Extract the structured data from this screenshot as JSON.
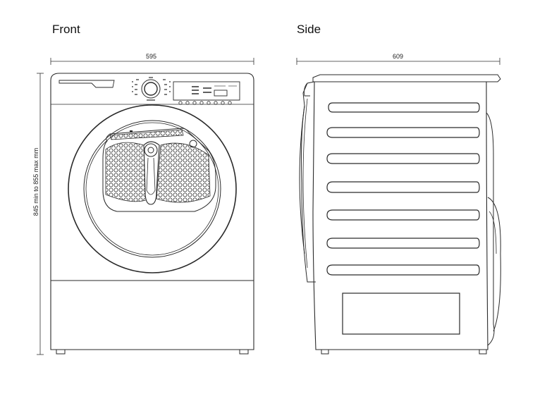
{
  "front": {
    "title": "Front",
    "width_label": "595",
    "height_label": "845 min to 855 max mm"
  },
  "side": {
    "title": "Side",
    "depth_label": "609"
  },
  "colors": {
    "line": "#2a2a2a",
    "light_line": "#6a6a6a"
  }
}
